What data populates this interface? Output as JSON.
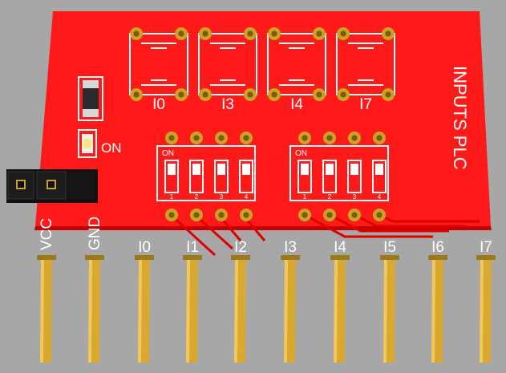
{
  "board": {
    "title": "INPUTS PLC",
    "led_label": "ON",
    "pin_labels": [
      "VCC",
      "GND",
      "I0",
      "I1",
      "I2",
      "I3",
      "I4",
      "I5",
      "I6",
      "I7"
    ],
    "button_labels": [
      "I0",
      "I3",
      "I4",
      "I7"
    ],
    "dip_switches": [
      {
        "label": "ON",
        "numbers": [
          "1",
          "2",
          "3",
          "4"
        ]
      },
      {
        "label": "ON",
        "numbers": [
          "1",
          "2",
          "3",
          "4"
        ]
      }
    ]
  },
  "colors": {
    "background": "#a7a7a7",
    "pcb": "#ff1a1a",
    "trace": "#e00000",
    "silkscreen": "#ffffff",
    "pad_gold": "#c9a227",
    "connector": "#1e1e1e"
  }
}
